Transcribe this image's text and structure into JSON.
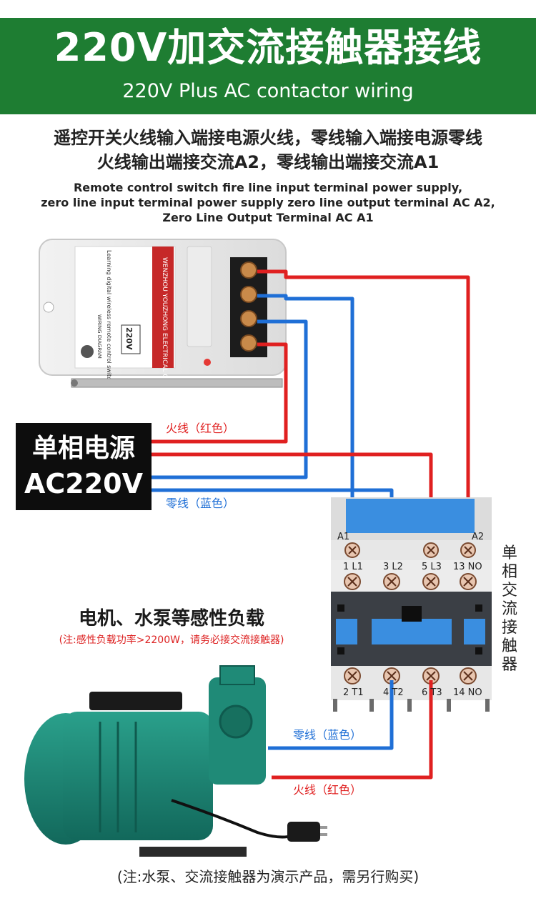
{
  "banner": {
    "title": "220V加交流接触器接线",
    "subtitle": "220V Plus AC contactor wiring"
  },
  "description": {
    "cn_line1": "遥控开关火线输入端接电源火线，零线输入端接电源零线",
    "cn_line2": "火线输出端接交流A2，零线输出端接交流A1",
    "en_line1": "Remote control switch fire line input terminal power supply,",
    "en_line2": "zero line input terminal power supply zero line output terminal AC A2,",
    "en_line3": "Zero Line Output Terminal AC A1"
  },
  "power_source": {
    "label_cn": "单相电源",
    "label_ac": "AC220V"
  },
  "wires": {
    "fire_top": "火线（红色）",
    "zero_top": "零线（蓝色）",
    "zero_bottom": "零线（蓝色）",
    "fire_bottom": "火线（红色）"
  },
  "contactor": {
    "vertical_label": "单相交流接触器",
    "coil_a1": "A1",
    "coil_a2": "A2",
    "top_terminals": [
      "1 L1",
      "3 L2",
      "5 L3",
      "13 NO"
    ],
    "bottom_terminals": [
      "2 T1",
      "4 T2",
      "6 T3",
      "14 NO"
    ]
  },
  "remote_switch": {
    "brand_text": "WENZHOU YOUZHONG ELECTRICAL CO.,LTD",
    "product_text": "Learning digital wireless remote control switch",
    "diagram_label": "WIRING DIAGRAM",
    "voltage_badge": "220V"
  },
  "load": {
    "title": "电机、水泵等感性负载",
    "note": "(注:感性负载功率>2200W，请务必接交流接触器)"
  },
  "footer": {
    "note": "(注:水泵、交流接触器为演示产品，需另行购买)"
  },
  "colors": {
    "banner_green": "#1e7d32",
    "fire_red": "#e02020",
    "zero_blue": "#1f6fd6",
    "contactor_blue": "#3a8ee0",
    "pump_green": "#1f8a77"
  }
}
